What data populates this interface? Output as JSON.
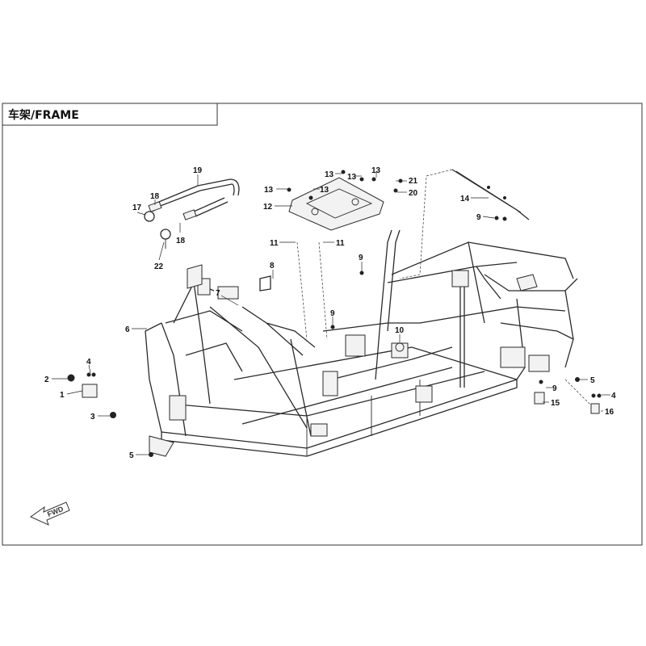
{
  "title": "车架/FRAME",
  "fwd_label": "FWD",
  "callouts": [
    "1",
    "2",
    "3",
    "4",
    "5",
    "6",
    "7",
    "8",
    "9",
    "10",
    "11",
    "12",
    "13",
    "14",
    "15",
    "16",
    "17",
    "18",
    "19",
    "20",
    "21",
    "22"
  ]
}
